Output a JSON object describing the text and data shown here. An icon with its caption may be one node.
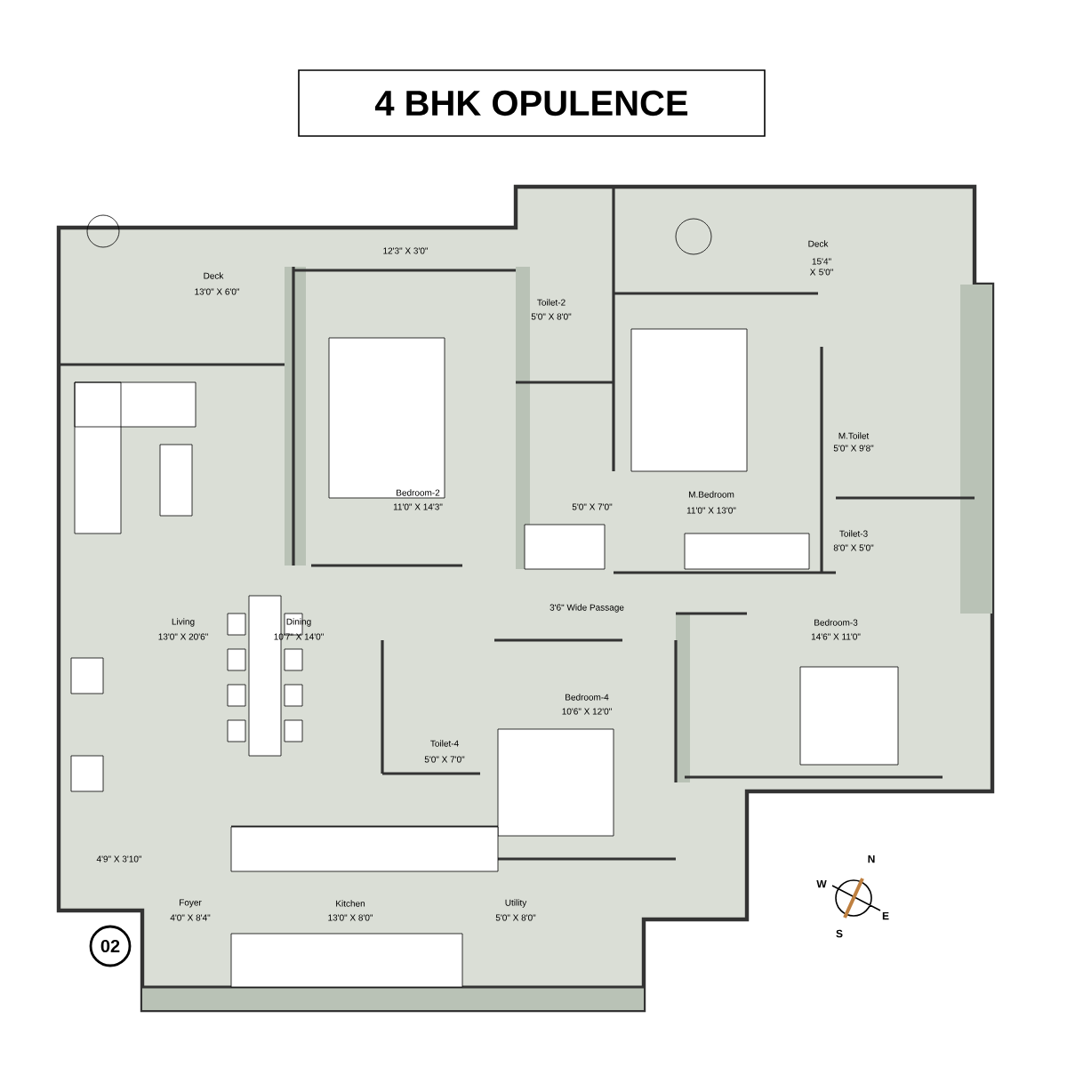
{
  "diagram": {
    "title": "4 BHK OPULENCE",
    "nodes": [
      {
        "text": [
          "02"
        ]
      }
    ],
    "labels": [
      "Deck",
      "13'0\" X 6'0\"",
      "12'3\" X 3'0\"",
      "Toilet-2",
      "5'0\" X 8'0\"",
      "Deck",
      "15'4\" X 5'0\"",
      "Bedroom-2",
      "11'0\" X 14'3\"",
      "5'0\" X 7'0\"",
      "M.Bedroom",
      "11'0\" X 13'0\"",
      "M.Toilet",
      "5'0\" X 9'8\"",
      "Toilet-3",
      "8'0\" X 5'0\"",
      "Living",
      "13'0\" X 20'6\"",
      "Dining",
      "10'7\" X 14'0\"",
      "3'6\" Wide Passage",
      "Bedroom-3",
      "14'6\" X 11'0\"",
      "Bedroom-4",
      "10'6\" X 12'0\"",
      "Toilet-4",
      "5'0\" X 7'0\"",
      "4'9\" X 3'10\"",
      "Foyer",
      "4'0\" X 8'4\"",
      "Kitchen",
      "13'0\" X 8'0\"",
      "Utility",
      "5'0\" X 8'0\"",
      "N",
      "W",
      "E",
      "S"
    ]
  }
}
